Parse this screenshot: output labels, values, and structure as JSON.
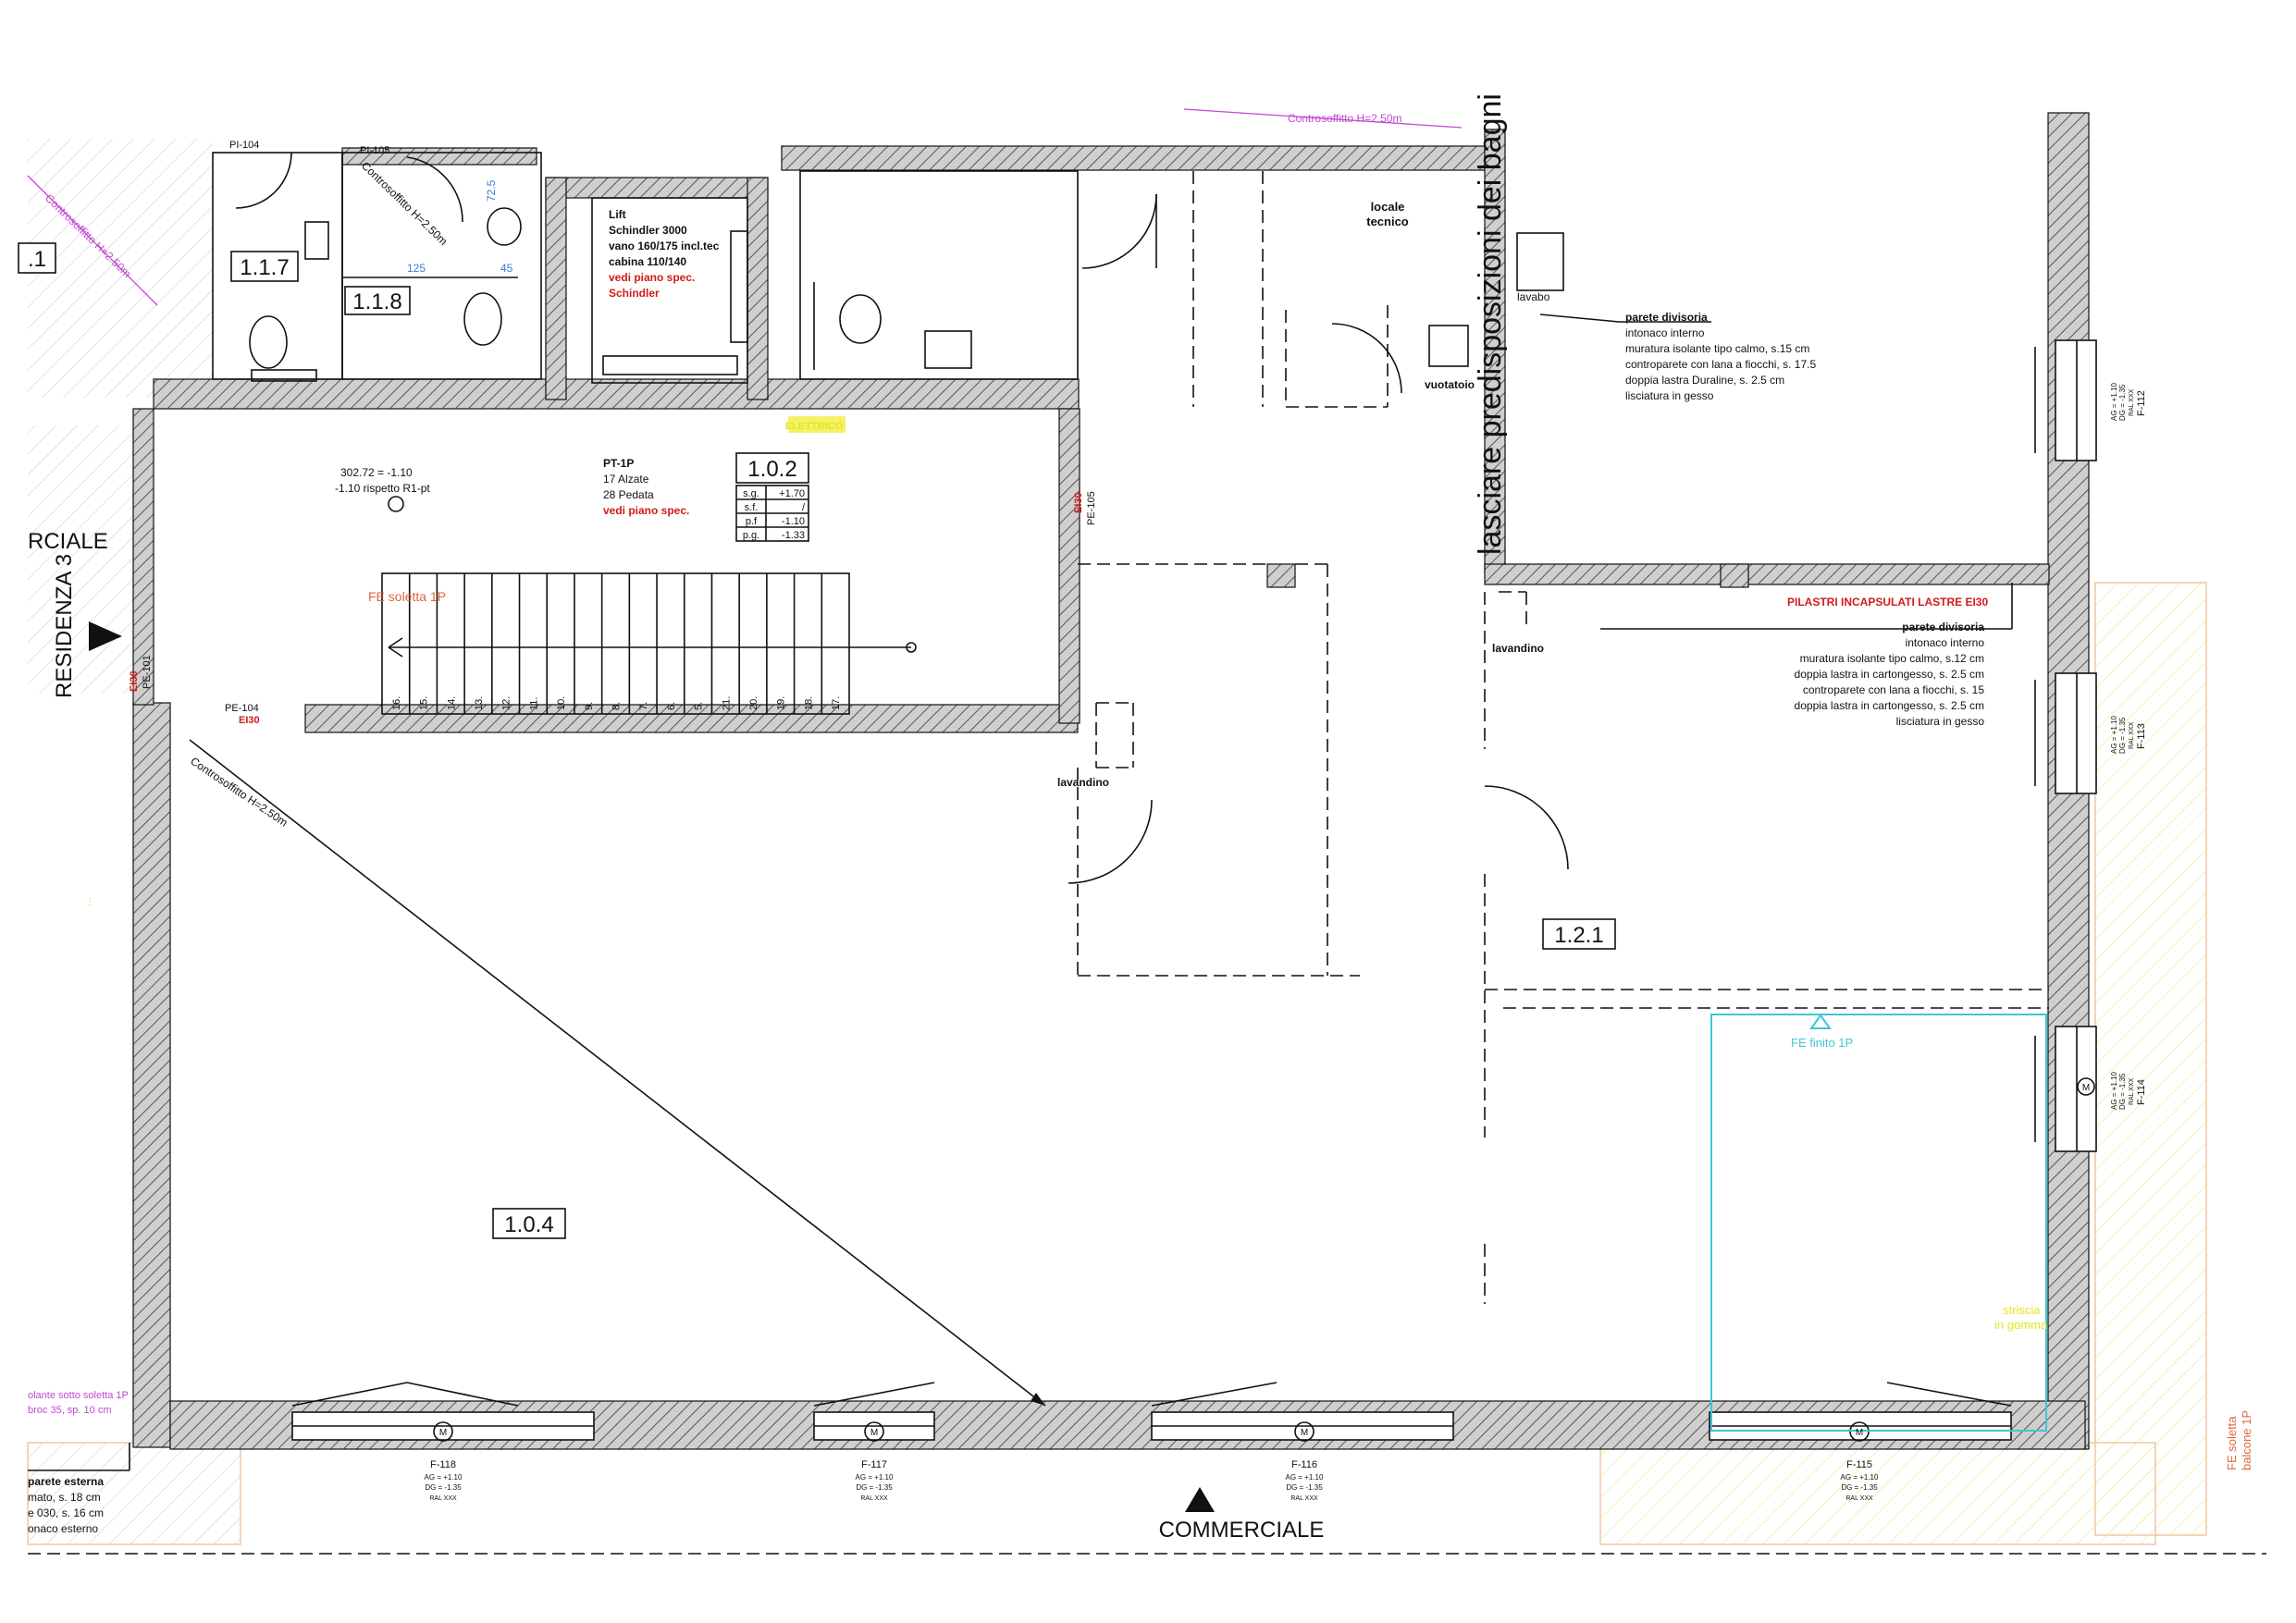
{
  "rooms": {
    "r117": "1.1.7",
    "r118": "1.1.8",
    "r102": "1.0.2",
    "r104": "1.0.4",
    "r121": "1.2.1",
    "r11": ".1"
  },
  "stair_table": [
    {
      "k": "s.g.",
      "v": "+1.70"
    },
    {
      "k": "s.f.",
      "v": "/"
    },
    {
      "k": "p.f",
      "v": "-1.10"
    },
    {
      "k": "p.g.",
      "v": "-1.33"
    }
  ],
  "lift": {
    "l1": "Lift",
    "l2": "Schindler 3000",
    "l3": "vano 160/175 incl.tec",
    "l4": "cabina 110/140",
    "l5": "vedi piano spec.",
    "l6": "Schindler"
  },
  "stair": {
    "l1": "PT-1P",
    "l2": "17 Alzate",
    "l3": "28 Pedata",
    "l4": "vedi piano spec.",
    "level1": "302.72 = -1.10",
    "level2": "-1.10 rispetto R1-pt",
    "fe": "FE soletta 1P",
    "steps": [
      "16.",
      "15.",
      "14.",
      "13.",
      "12.",
      "11.",
      "10.",
      "9.",
      "8.",
      "7.",
      "6.",
      "5.",
      "21.",
      "20.",
      "19.",
      "18.",
      "17."
    ]
  },
  "labels": {
    "locale1": "locale",
    "locale2": "tecnico",
    "vuotatoio": "vuotatoio",
    "lavabo": "lavabo",
    "lavandino1": "lavandino",
    "lavandino2": "lavandino",
    "bagni": "lasciare predisposizioni dei bagni",
    "elettrico": "ELETTRICO",
    "pilastri": "PILASTRI INCAPSULATI LASTRE EI30",
    "commerciale_left": "RCIALE",
    "residenza": "RESIDENZA 3",
    "commerciale_bottom": "COMMERCIALE",
    "fe_finito": "FE finito 1P",
    "striscia1": "striscia",
    "striscia2": "in gomma",
    "fe_balcone1": "FE soletta",
    "fe_balcone2": "balcone 1P",
    "yellow_vertical": "..."
  },
  "parete1": {
    "title": "parete divisoria",
    "lines": [
      "intonaco interno",
      "muratura isolante tipo calmo, s.15 cm",
      "controparete con lana a fiocchi, s. 17.5",
      "doppia lastra Duraline, s. 2.5 cm",
      "lisciatura in gesso"
    ]
  },
  "parete2": {
    "title": "parete divisoria",
    "lines": [
      "intonaco interno",
      "muratura isolante tipo calmo, s.12 cm",
      "doppia lastra in cartongesso, s. 2.5 cm",
      "controparete con lana a fiocchi, s. 15",
      "doppia lastra in cartongesso, s. 2.5 cm",
      "lisciatura in gesso"
    ]
  },
  "parete_esterna": {
    "title": "parete esterna",
    "lines": [
      "mato, s. 18 cm",
      "e 030, s. 16 cm",
      "onaco esterno"
    ]
  },
  "left_notes": {
    "l1": "olante sotto soletta 1P",
    "l2": "broc 35, sp. 10 cm"
  },
  "ceilings": {
    "c1": "Controsoffitto H=2.50m",
    "c2": "Controsoffitto H=2.50m",
    "c3": "Controsoffitto H=2.50m",
    "c4": "Controsoffitto H=2.50m"
  },
  "doors": {
    "pi104": "PI-104",
    "pi105": "PI-105",
    "pe104": "PE-104",
    "ei30a": "EI30",
    "pe105": "PE-105",
    "ei30b": "EI30",
    "pe101": "PE-101",
    "ei30c": "EI30"
  },
  "dims": {
    "d125": "125",
    "d725": "72.5",
    "d45": "45"
  },
  "windows": {
    "f118": {
      "name": "F-118",
      "ag": "AG = +1.10",
      "dg": "DG = -1.35",
      "ral": "RAL XXX"
    },
    "f117": {
      "name": "F-117",
      "ag": "AG = +1.10",
      "dg": "DG = -1.35",
      "ral": "RAL XXX"
    },
    "f116": {
      "name": "F-116",
      "ag": "AG = +1.10",
      "dg": "DG = -1.35",
      "ral": "RAL XXX"
    },
    "f115": {
      "name": "F-115",
      "ag": "AG = +1.10",
      "dg": "DG = -1.35",
      "ral": "RAL XXX"
    },
    "f112": {
      "name": "F-112",
      "ag": "AG = +1.10",
      "dg": "DG = -1.35",
      "ral": "RAL XXX"
    },
    "f113": {
      "name": "F-113",
      "ag": "AG = +1.10",
      "dg": "DG = -1.35",
      "ral": "RAL XXX"
    },
    "f114": {
      "name": "F-114",
      "ag": "AG = +1.10",
      "dg": "DG = -1.35",
      "ral": "RAL XXX"
    }
  },
  "motor": "M"
}
